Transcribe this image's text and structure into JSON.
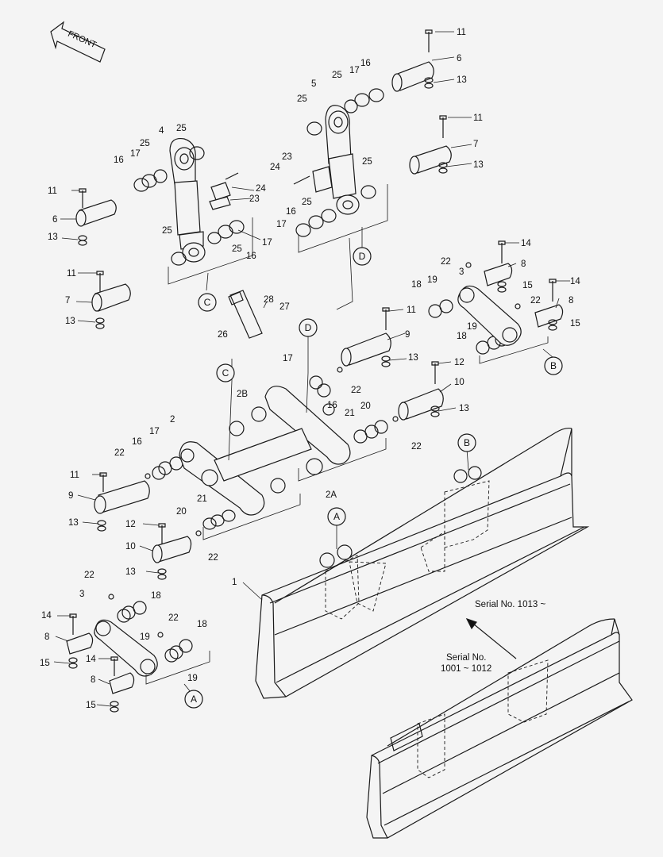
{
  "front_label": "FRONT",
  "callouts": {
    "A": "A",
    "B": "B",
    "C": "C",
    "D": "D"
  },
  "serial_new": "Serial No. 1013 ~",
  "serial_old_line1": "Serial No.",
  "serial_old_line2": "1001 ~ 1012",
  "part_numbers": {
    "p1": "1",
    "p2": "2",
    "p2a": "2A",
    "p2b": "2B",
    "p3": "3",
    "p4": "4",
    "p5": "5",
    "p6": "6",
    "p7": "7",
    "p8": "8",
    "p9": "9",
    "p10": "10",
    "p11": "11",
    "p12": "12",
    "p13": "13",
    "p14": "14",
    "p15": "15",
    "p16": "16",
    "p17": "17",
    "p18": "18",
    "p19": "19",
    "p20": "20",
    "p21": "21",
    "p22": "22",
    "p23": "23",
    "p24": "24",
    "p25": "25",
    "p26": "26",
    "p27": "27",
    "p28": "28"
  }
}
